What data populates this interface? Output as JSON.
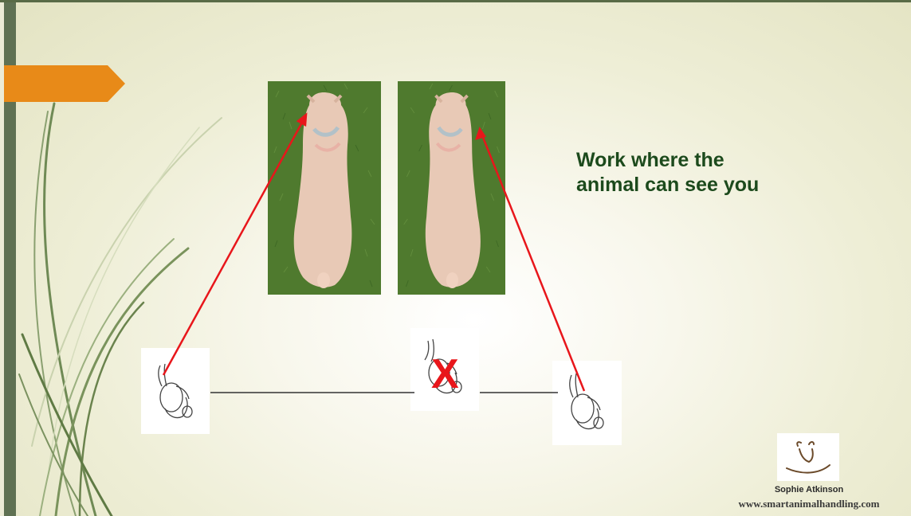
{
  "slide": {
    "title": "Work where the animal can see you",
    "x_mark": "X",
    "credit_name": "Sophie Atkinson",
    "credit_url": "www.smartanimalhandling.com"
  },
  "colors": {
    "accent_orange": "#e88a18",
    "left_bar": "#5f7153",
    "title_text": "#1c4a1c",
    "sight_line": "#e8161b",
    "grass": "#4f7a2e",
    "pig": "#e8c9b6"
  },
  "icons": {
    "pig_photo": "pig-top-view",
    "handler": "person-top-view",
    "logo": "cow-head-logo"
  }
}
